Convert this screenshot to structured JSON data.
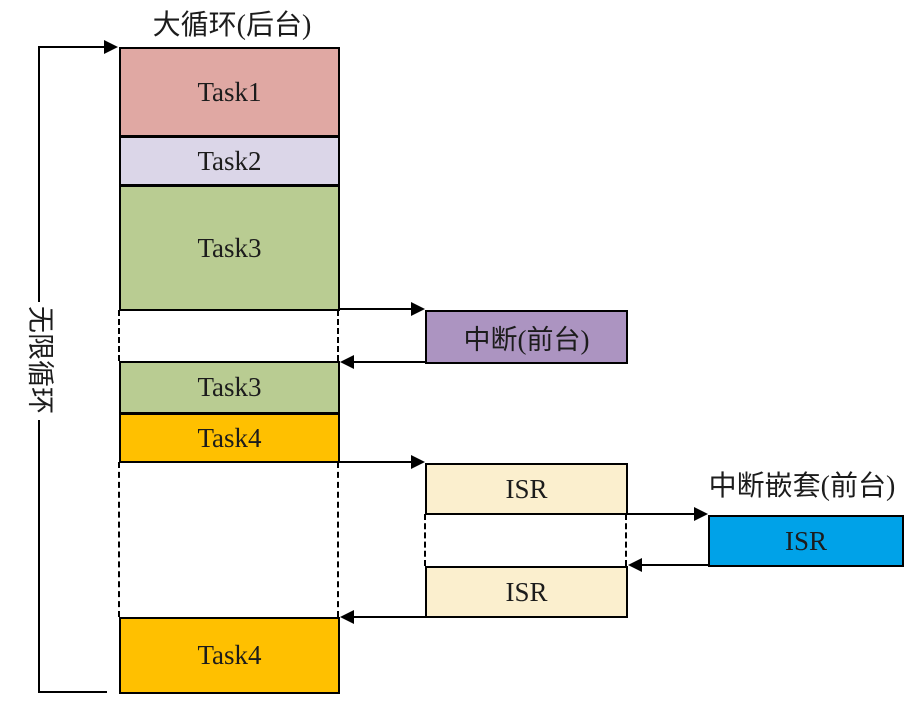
{
  "diagram": {
    "title": "大循环(后台)",
    "infinite_loop_label": "无限循环",
    "nested_interrupt_label": "中断嵌套(前台)",
    "boxes": [
      {
        "id": "task1",
        "label": "Task1",
        "color": "#E0A8A3"
      },
      {
        "id": "task2",
        "label": "Task2",
        "color": "#DBD6E8"
      },
      {
        "id": "task3",
        "label": "Task3",
        "color": "#B9CC92"
      },
      {
        "id": "task3-repeat",
        "label": "Task3",
        "color": "#B9CC92"
      },
      {
        "id": "task4",
        "label": "Task4",
        "color": "#FFC000"
      },
      {
        "id": "task4-repeat",
        "label": "Task4",
        "color": "#FFC000"
      },
      {
        "id": "interrupt",
        "label": "中断(前台)",
        "color": "#AC94C1"
      },
      {
        "id": "isr1",
        "label": "ISR",
        "color": "#FBEFCE"
      },
      {
        "id": "isr2",
        "label": "ISR",
        "color": "#FBEFCE"
      },
      {
        "id": "nested-isr",
        "label": "ISR",
        "color": "#00A2E8"
      }
    ],
    "line_color": "#000000"
  }
}
